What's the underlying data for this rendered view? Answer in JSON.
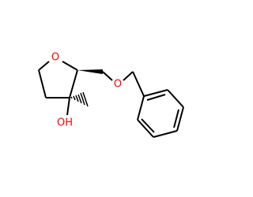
{
  "molecule": {
    "atoms": {
      "ring_oxygen": "O",
      "ether_oxygen": "O",
      "hydroxyl": "OH"
    },
    "colors": {
      "bond": "#000000",
      "heteroatom": "#ff0000",
      "background": "#ffffff"
    }
  }
}
